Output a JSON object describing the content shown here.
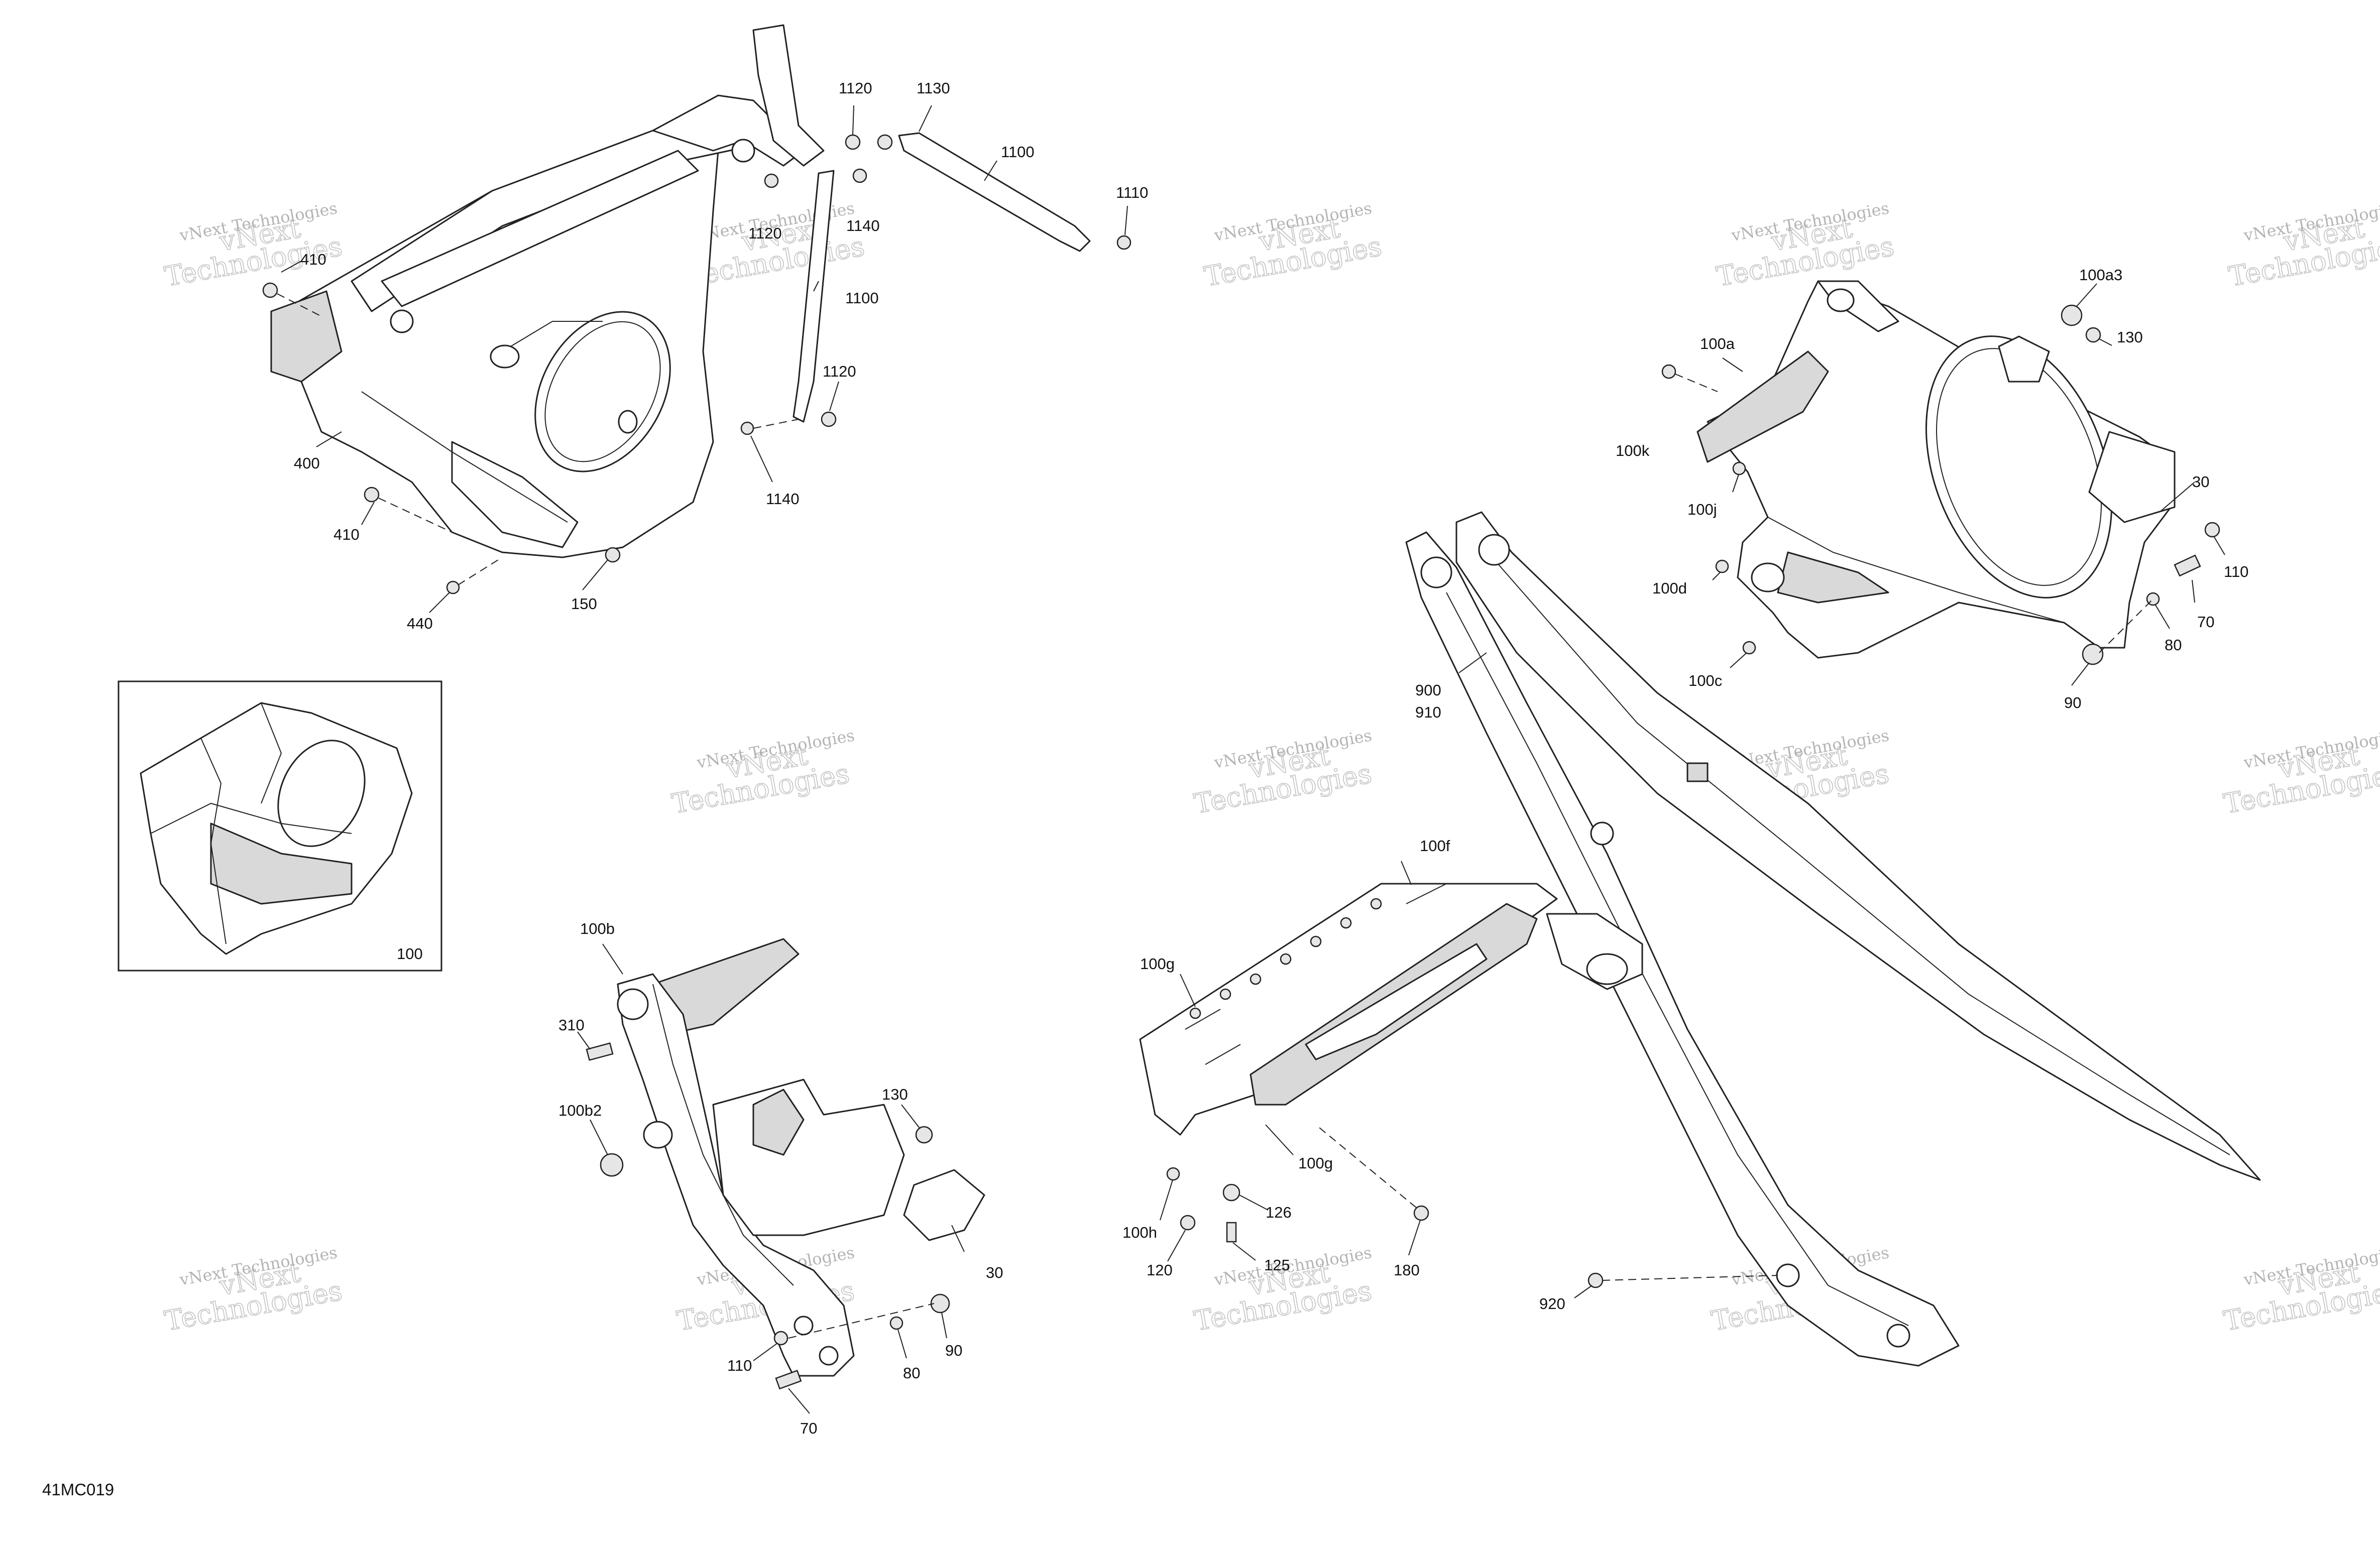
{
  "callouts": {
    "c410a": "410",
    "c1120a": "1120",
    "c1130": "1130",
    "c1100a": "1100",
    "c1110": "1110",
    "c1120b": "1120",
    "c1140a": "1140",
    "c1100b": "1100",
    "c1120c": "1120",
    "c1140b": "1140",
    "c400": "400",
    "c410b": "410",
    "c150": "150",
    "c440": "440",
    "c100": "100",
    "c100a3": "100a3",
    "c100a": "100a",
    "c130a": "130",
    "c100k": "100k",
    "c100j": "100j",
    "c30a": "30",
    "c110a": "110",
    "c100d": "100d",
    "c70a": "70",
    "c80a": "80",
    "c100c": "100c",
    "c90a": "90",
    "c900": "900",
    "c910": "910",
    "c100f": "100f",
    "c100g_a": "100g",
    "c100g_b": "100g",
    "c126": "126",
    "c100h": "100h",
    "c120": "120",
    "c125": "125",
    "c180": "180",
    "c920": "920",
    "c100b": "100b",
    "c310": "310",
    "c100b2": "100b2",
    "c130b": "130",
    "c30b": "30",
    "c110b": "110",
    "c80b": "80",
    "c90b": "90",
    "c70b": "70"
  },
  "watermark": {
    "line1": "vNext Technologies",
    "big_a": "vNext",
    "big_b": "Technologies"
  },
  "diagram_code": "41MC019",
  "colors": {
    "ink": "#222222",
    "watermark": "#aaaaaa",
    "background": "#ffffff"
  }
}
